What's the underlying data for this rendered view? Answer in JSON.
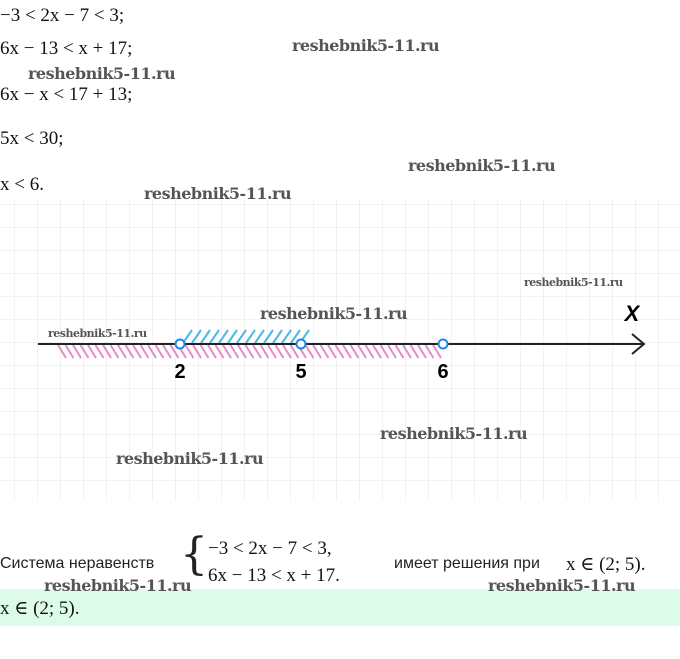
{
  "steps": [
    "−3 < 2x − 7 < 3;",
    "6x − 13 < x + 17;",
    "6x − x < 17 + 13;",
    "5x < 30;",
    "x < 6."
  ],
  "watermark": "reshebnik5-11.ru",
  "number_line": {
    "axis_label": "X",
    "points": [
      {
        "value": 2,
        "label": "2"
      },
      {
        "value": 5,
        "label": "5"
      },
      {
        "value": 6,
        "label": "6"
      }
    ],
    "colors": {
      "blue_hatch": "#4ab8e8",
      "pink_hatch": "#e88ac8",
      "point": "#1e88e5"
    }
  },
  "conclusion": {
    "prefix": "Система неравенств",
    "system": [
      "−3 < 2x − 7 < 3,",
      "6x − 13 < x + 17."
    ],
    "suffix": "имеет решения при",
    "result": "x ∈ (2;  5)."
  },
  "answer": "x ∈ (2;  5)."
}
